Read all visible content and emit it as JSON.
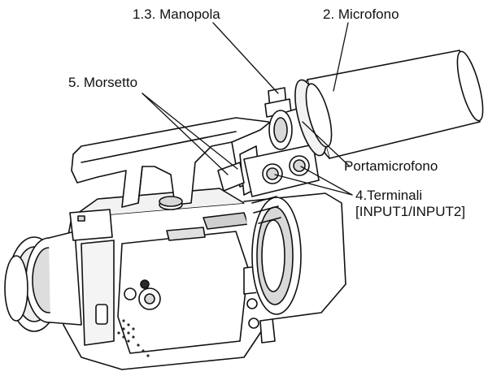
{
  "labels": {
    "manopola": "1.3. Manopola",
    "microfono": "2. Microfono",
    "morsetto": "5. Morsetto",
    "portamicrofono": "Portamicrofono",
    "terminali_line1": "4.Terminali",
    "terminali_line2": "[INPUT1/INPUT2]"
  },
  "colors": {
    "ink": "#111111",
    "body_fill": "#ffffff",
    "shade": "#d8d8d8",
    "dark": "#2a2a2a"
  }
}
